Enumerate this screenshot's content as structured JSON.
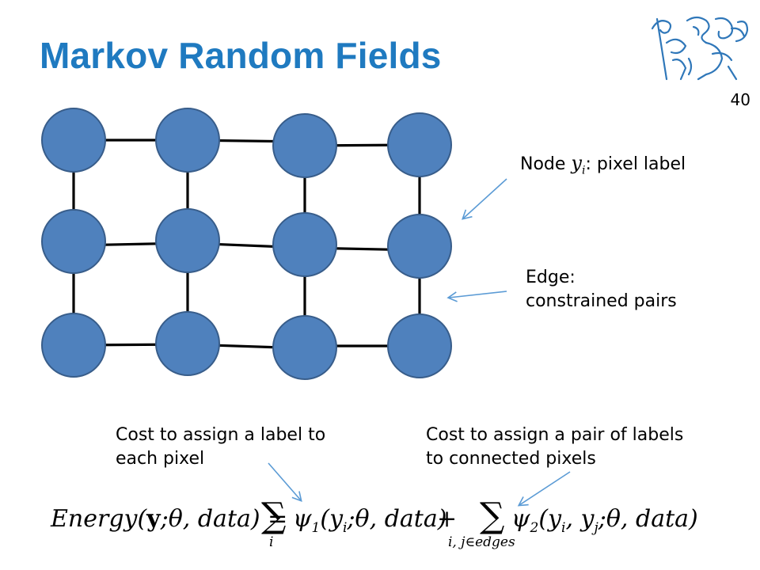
{
  "slide": {
    "title": "Markov Random Fields",
    "number": "40"
  },
  "annotations": {
    "node_prefix": "Node ",
    "node_var": "y",
    "node_sub": "i",
    "node_suffix": ": pixel label",
    "edge_line1": "Edge:",
    "edge_line2": "constrained pairs",
    "unary_line1": "Cost to assign a label to",
    "unary_line2": "each pixel",
    "pair_line1": "Cost to assign a pair of labels",
    "pair_line2": "to connected pixels"
  },
  "formula": {
    "lhs_prefix": "Energy(",
    "lhs_bold": "y",
    "lhs_suffix": ";θ, data) =",
    "sum1_sub": "i",
    "term1": "ψ",
    "term1_sub": "1",
    "term1_args": "(y",
    "term1_args_sub": "i",
    "term1_args_rest": ";θ, data)",
    "plus": "+",
    "sum2_sub": "i, j∈edges",
    "term2": "ψ",
    "term2_sub": "2",
    "term2_args": "(y",
    "term2_args_sub_i": "i",
    "term2_comma": ", y",
    "term2_args_sub_j": "j",
    "term2_args_rest": ";θ, data)",
    "sigma": "∑"
  },
  "colors": {
    "title": "#1f7ac0",
    "node_fill": "#4f81bd",
    "node_stroke": "#385d8a",
    "arrow": "#5b9bd5",
    "edge": "#000000"
  }
}
